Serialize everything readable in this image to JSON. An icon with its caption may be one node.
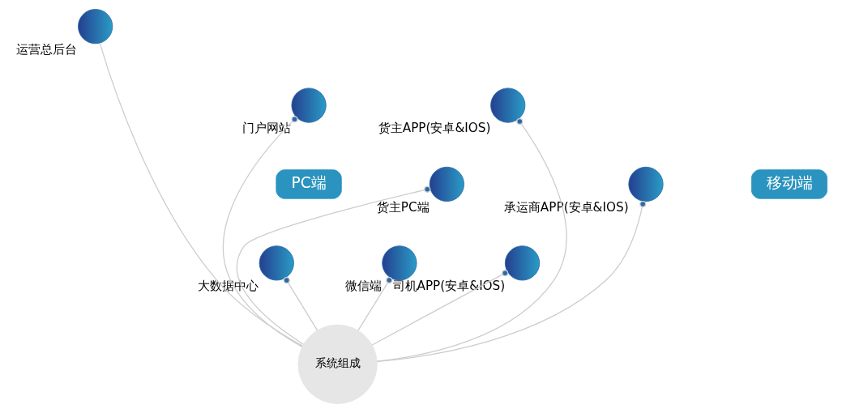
{
  "diagram": {
    "nodes": [
      {
        "text": [
          "PC端"
        ]
      },
      {
        "text": [],
        "shape": "circle",
        "beside": [
          "运营总后台"
        ]
      },
      {
        "text": [],
        "shape": "circle",
        "beside": [
          "门户网站"
        ]
      },
      {
        "text": [],
        "shape": "circle",
        "beside": [
          "货主PC端"
        ]
      },
      {
        "text": [],
        "shape": "circle",
        "beside": [
          "大数据中心"
        ]
      },
      {
        "text": [],
        "shape": "circle",
        "beside": [
          "货主APP(安卓&IOS)"
        ]
      },
      {
        "text": [],
        "shape": "circle",
        "beside": [
          "承运商APP(安卓&IOS)"
        ]
      },
      {
        "text": [],
        "shape": "circle",
        "beside": [
          "司机APP(安卓&IOS)"
        ]
      },
      {
        "text": [],
        "shape": "circle",
        "beside": [
          "微信端"
        ]
      },
      {
        "text": [
          "移动端"
        ]
      },
      {
        "text": [
          "系统组成"
        ]
      }
    ],
    "edges": [
      {
        "from": 10,
        "to": 1,
        "arrow": "none"
      },
      {
        "from": 10,
        "to": 2,
        "arrow": "other"
      },
      {
        "from": 10,
        "to": 3,
        "arrow": "other"
      },
      {
        "from": 10,
        "to": 4,
        "arrow": "other"
      },
      {
        "from": 10,
        "to": 5,
        "arrow": "other"
      },
      {
        "from": 10,
        "to": 6,
        "arrow": "other"
      },
      {
        "from": 10,
        "to": 7,
        "arrow": "other"
      },
      {
        "from": 10,
        "to": 8,
        "arrow": "other"
      }
    ]
  }
}
